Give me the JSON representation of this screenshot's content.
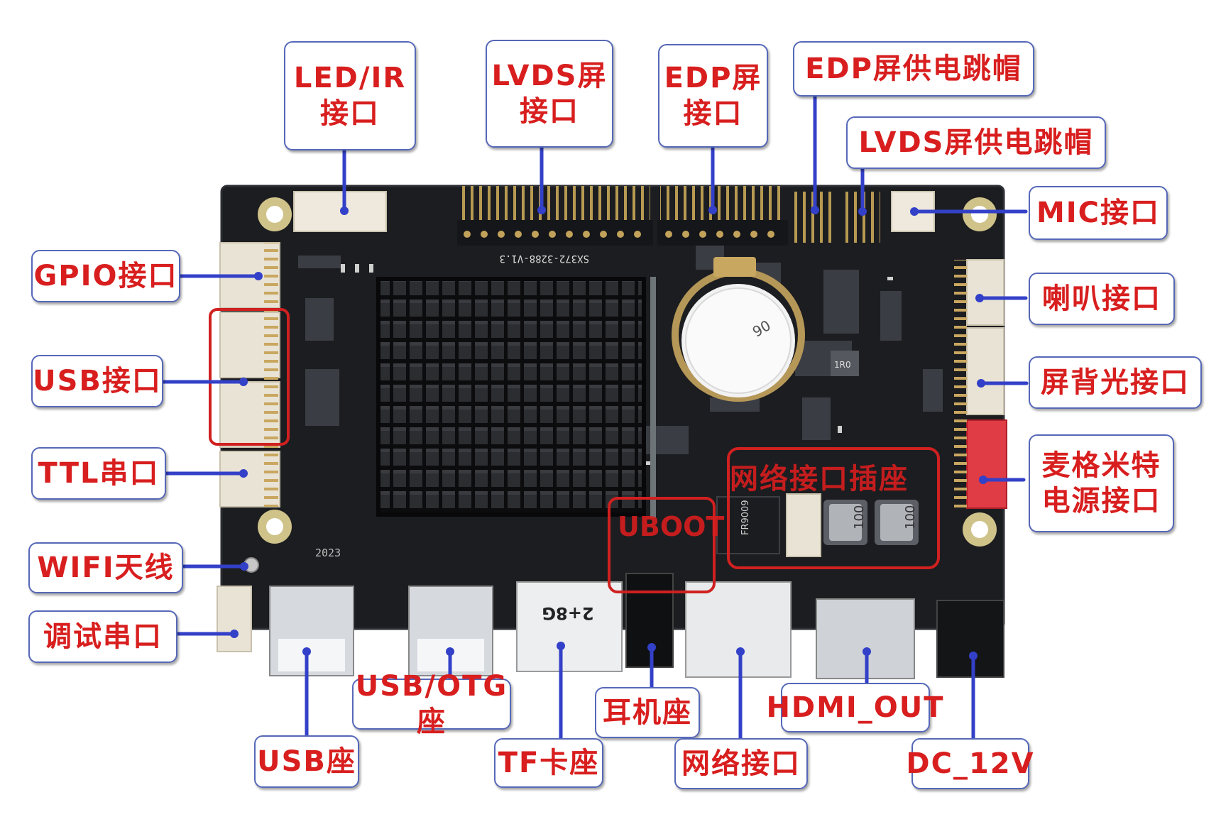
{
  "board": {
    "silkscreen_model": "SX372-3288-V1.3",
    "silkscreen_year": "2023",
    "tf_card_label": "2+8G",
    "coil_marking_1": "100",
    "coil_marking_2": "100",
    "battery_marking": "06",
    "inductor_marking": "1R0",
    "net_chip_marking": "FR9009"
  },
  "labels": {
    "led_ir": "LED/IR\n接口",
    "lvds_screen": "LVDS屏\n接口",
    "edp_screen": "EDP屏\n接口",
    "edp_power_jumper": "EDP屏供电跳帽",
    "lvds_power_jumper": "LVDS屏供电跳帽",
    "mic": "MIC接口",
    "speaker": "喇叭接口",
    "backlight": "屏背光接口",
    "molex_power": "麦格米特\n电源接口",
    "gpio": "GPIO接口",
    "usb_port": "USB接口",
    "ttl_serial": "TTL串口",
    "wifi_antenna": "WIFI天线",
    "debug_serial": "调试串口",
    "usb_socket": "USB座",
    "usb_otg": "USB/OTG座",
    "tf_card": "TF卡座",
    "earphone": "耳机座",
    "ethernet": "网络接口",
    "hdmi_out": "HDMI_OUT",
    "dc_12v": "DC_12V",
    "eth_header_overlay": "网络接口插座",
    "uboot_overlay": "UBOOT"
  },
  "colors": {
    "label_text": "#d81e1e",
    "label_border": "#5668b8",
    "leader_line": "#3340c8",
    "highlight_box": "#d02020",
    "pcb": "#1c1d20"
  }
}
